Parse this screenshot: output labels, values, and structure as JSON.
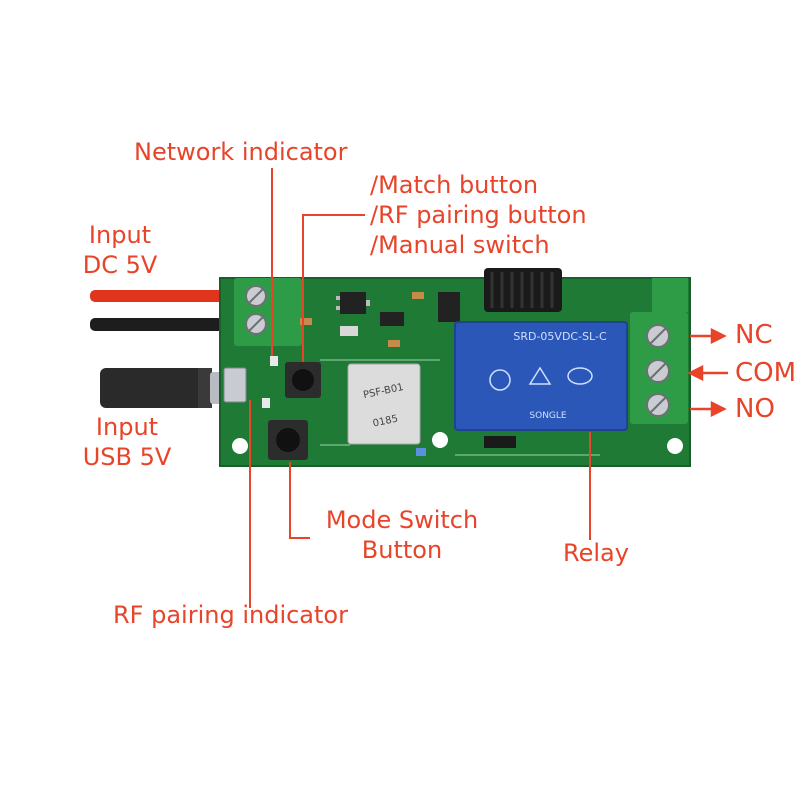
{
  "labels": {
    "network_indicator": "Network indicator",
    "match_button": "/Match button",
    "rf_pairing_button": "/RF pairing button",
    "manual_switch": "/Manual switch",
    "input_dc_line1": "Input",
    "input_dc_line2": "DC 5V",
    "input_usb_line1": "Input",
    "input_usb_line2": "USB 5V",
    "mode_switch_line1": "Mode Switch",
    "mode_switch_line2": "Button",
    "relay": "Relay",
    "rf_pairing_indicator": "RF pairing indicator",
    "terminal_nc": "NC",
    "terminal_com": "COM",
    "terminal_no": "NO"
  },
  "module_print": {
    "wifi_module_line1": "PSF-B01",
    "wifi_module_line2": "0185",
    "relay_model": "SRD-05VDC-SL-C",
    "relay_brand": "SONGLE"
  },
  "colors": {
    "label": "#e8442a",
    "pcb": "#1f7a36",
    "terminal": "#2e9c47",
    "relay": "#2a57b8",
    "wire_red": "#e0341c",
    "wire_black": "#1d1d1d"
  }
}
